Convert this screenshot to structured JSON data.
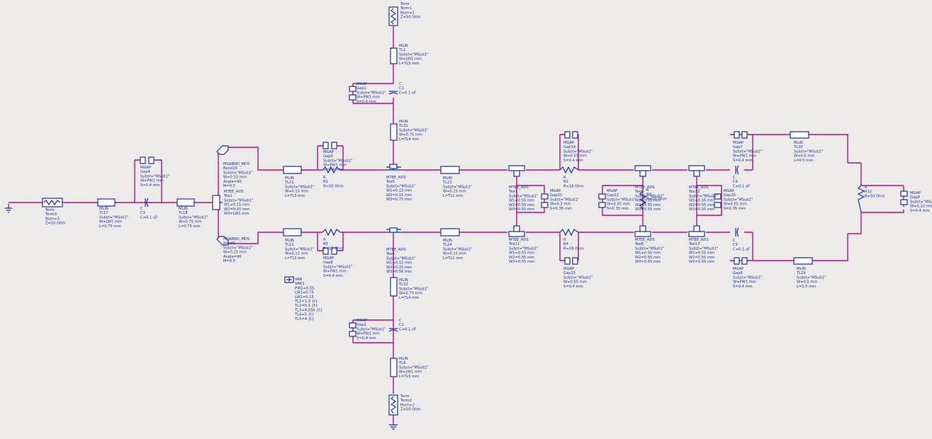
{
  "colors": {
    "wire": "#b0127c",
    "component": "#1a2e9c",
    "label_kind": "#2a6fc4",
    "background": "#ecebea"
  },
  "components": [
    {
      "id": "term1",
      "lines": [
        "Term",
        "Term1",
        "Num=1",
        "Z=50 Ohm"
      ]
    },
    {
      "id": "tl1",
      "lines": [
        "MLIN",
        "TL1",
        "Subst=\"MSub1\"",
        "W=LW1 mm",
        "L=TL5 mm"
      ]
    },
    {
      "id": "gap1",
      "lines": [
        "MGAP",
        "Gap1",
        "Subst=\"MSub1\"",
        "W=PW1 mm",
        "S=0.4 mm"
      ]
    },
    {
      "id": "c1",
      "lines": [
        "C",
        "C1",
        "C=0.1 uF"
      ]
    },
    {
      "id": "tl31",
      "lines": [
        "MLIN",
        "TL31",
        "Subst=\"MSub1\"",
        "W=0.75 mm",
        "L=TL4 mm"
      ]
    },
    {
      "id": "gap14",
      "lines": [
        "MGAP",
        "Gap14",
        "Subst=\"MSub1\"",
        "W=0.55 mm",
        "S=0.4 mm"
      ]
    },
    {
      "id": "r2",
      "lines": [
        "R",
        "R2",
        "R=18 Ohm"
      ]
    },
    {
      "id": "gap7",
      "lines": [
        "MGAP",
        "Gap7",
        "Subst=\"MSub1\"",
        "W=PW1 mm",
        "S=0.4 mm"
      ]
    },
    {
      "id": "c4",
      "lines": [
        "C",
        "C4",
        "C=0.1 uF"
      ]
    },
    {
      "id": "tl30",
      "lines": [
        "MLIN",
        "TL30",
        "Subst=\"MSub1\"",
        "W=0.5 mm",
        "L=0.5 mm"
      ]
    },
    {
      "id": "r12",
      "lines": [
        "R",
        "R12",
        "R=50 Ohm"
      ]
    },
    {
      "id": "gap9",
      "lines": [
        "MGAP",
        "Gap9",
        "Subst=\"MSub1\"",
        "W=0.32 mm",
        "S=0.4 mm"
      ]
    },
    {
      "id": "term3",
      "lines": [
        "Term",
        "Term3",
        "Num=3",
        "Z=50 Ohm"
      ]
    },
    {
      "id": "tl17",
      "lines": [
        "MLIN",
        "TL17",
        "Subst=\"MSub1\"",
        "W=LW1 mm",
        "L=0.75 mm"
      ]
    },
    {
      "id": "gap4",
      "lines": [
        "MGAP",
        "Gap4",
        "Subst=\"MSub1\"",
        "W=PW1 mm",
        "S=0.4 mm"
      ]
    },
    {
      "id": "c3",
      "lines": [
        "C",
        "C3",
        "C=0.1 uF"
      ]
    },
    {
      "id": "tl18",
      "lines": [
        "MLIN",
        "TL18",
        "Subst=\"MSub1\"",
        "W=0.75 mm",
        "L=0.75 mm"
      ]
    },
    {
      "id": "bend10",
      "lines": [
        "MSABND_MDS",
        "Bend10",
        "Subst=\"MSub1\"",
        "W=0.15 mm",
        "Angle=90",
        "M=0.5"
      ]
    },
    {
      "id": "tee1",
      "lines": [
        "MTEE_ADS",
        "Tee1",
        "Subst=\"MSub1\"",
        "W1=0.15 mm",
        "W2=0.15 mm",
        "W3=LW1 mm"
      ]
    },
    {
      "id": "bend9",
      "lines": [
        "MSABND_MDS",
        "Bend9",
        "Subst=\"MSub1\"",
        "W=0.15 mm",
        "Angle=90",
        "M=0.5"
      ]
    },
    {
      "id": "tl22",
      "lines": [
        "MLIN",
        "TL22",
        "Subst=\"MSub1\"",
        "W=0.15 mm",
        "L=TL3 mm"
      ]
    },
    {
      "id": "gap5",
      "lines": [
        "MGAP",
        "Gap5",
        "Subst=\"MSub1\"",
        "W=PW1 mm",
        "S=0.4 mm"
      ]
    },
    {
      "id": "r1",
      "lines": [
        "R",
        "R1",
        "R=50 Ohm"
      ]
    },
    {
      "id": "tee5",
      "lines": [
        "MTEE_ADS",
        "Tee5",
        "Subst=\"MSub1\"",
        "W1=0.15 mm",
        "W2=0.15 mm",
        "W3=0.75 mm"
      ]
    },
    {
      "id": "tl23",
      "lines": [
        "MLIN",
        "TL23",
        "Subst=\"MSub1\"",
        "W=0.15 mm",
        "L=TL1 mm"
      ]
    },
    {
      "id": "tee7",
      "lines": [
        "MTEE_ADS",
        "Tee7",
        "Subst=\"MSub1\"",
        "W1=0.55 mm",
        "W2=0.55 mm",
        "W3=0.55 mm"
      ]
    },
    {
      "id": "gap10",
      "lines": [
        "MGAP",
        "Gap10",
        "Subst=\"MSub1\"",
        "W=0.3 mm",
        "S=0.35 mm"
      ]
    },
    {
      "id": "gap12",
      "lines": [
        "MGAP",
        "Gap12",
        "Subst=\"MSub1\"",
        "W=0.35 mm",
        "S=0.35 mm"
      ]
    },
    {
      "id": "tee9",
      "lines": [
        "MTEE_ADS",
        "Tee9",
        "Subst=\"MSub1\"",
        "W1=0.55 mm",
        "W2=0.55 mm",
        "W3=0.55 mm"
      ]
    },
    {
      "id": "r3",
      "lines": [
        "R",
        "R3",
        "R=50 Ohm"
      ]
    },
    {
      "id": "tee12",
      "lines": [
        "MTEE_ADS",
        "Tee12",
        "Subst=\"MSub1\"",
        "W1=0.55 mm",
        "W2=0.55 mm",
        "W3=0.55 mm"
      ]
    },
    {
      "id": "gap16",
      "lines": [
        "MGAP",
        "Gap16",
        "Subst=\"MSub1\"",
        "W=0.55 mm",
        "S=0.35 mm"
      ]
    },
    {
      "id": "tl21",
      "lines": [
        "MLIN",
        "TL21",
        "Subst=\"MSub1\"",
        "W=0.15 mm",
        "L=TL3 mm"
      ]
    },
    {
      "id": "r5",
      "lines": [
        "R",
        "R5",
        "R=50 Ohm"
      ]
    },
    {
      "id": "gap6",
      "lines": [
        "MGAP",
        "Gap6",
        "Subst=\"MSub1\"",
        "W=PW1 mm",
        "S=0.4 mm"
      ]
    },
    {
      "id": "tee6",
      "lines": [
        "MTEE_ADS",
        "Tee6",
        "Subst=\"MSub1\"",
        "W1=0.15 mm",
        "W2=0.15 mm",
        "W3=0.56 mm"
      ]
    },
    {
      "id": "tl24",
      "lines": [
        "MLIN",
        "TL24",
        "Subst=\"MSub1\"",
        "W=0.15 mm",
        "L=TL1 mm"
      ]
    },
    {
      "id": "tee11",
      "lines": [
        "MTEE_ADS",
        "Tee11",
        "Subst=\"MSub1\"",
        "W1=0.55 mm",
        "W2=0.55 mm",
        "W3=0.55 mm"
      ]
    },
    {
      "id": "r4",
      "lines": [
        "R",
        "R4",
        "R=18 Ohm"
      ]
    },
    {
      "id": "gap15",
      "lines": [
        "MGAP",
        "Gap15",
        "Subst=\"MSub1\"",
        "W=0.55 mm",
        "S=0.4 mm"
      ]
    },
    {
      "id": "tee8",
      "lines": [
        "MTEE_ADS",
        "Tee8",
        "Subst=\"MSub1\"",
        "W1=0.55 mm",
        "W2=0.55 mm",
        "W3=0.55 mm"
      ]
    },
    {
      "id": "tee13",
      "lines": [
        "MTEE_ADS",
        "Tee13",
        "Subst=\"MSub1\"",
        "W1=0.55 mm",
        "W2=0.55 mm",
        "W3=0.55 mm"
      ]
    },
    {
      "id": "c5",
      "lines": [
        "C",
        "C5",
        "C=0.1 uF"
      ]
    },
    {
      "id": "gap8",
      "lines": [
        "MGAP",
        "Gap8",
        "Subst=\"MSub1\"",
        "W=PW1 mm",
        "S=0.4 mm"
      ]
    },
    {
      "id": "tl29",
      "lines": [
        "MLIN",
        "TL29",
        "Subst=\"MSub1\"",
        "W=0.5 mm",
        "L=0.5 mm"
      ]
    },
    {
      "id": "tl32",
      "lines": [
        "MLIN",
        "TL32",
        "Subst=\"MSub1\"",
        "W=0.75 mm",
        "L=TL4 mm"
      ]
    },
    {
      "id": "gap2",
      "lines": [
        "MGAP",
        "Gap2",
        "Subst=\"MSub1\"",
        "W=PW1 mm",
        "S=0.4 mm"
      ]
    },
    {
      "id": "c2",
      "lines": [
        "C",
        "C2",
        "C=0.1 uF"
      ]
    },
    {
      "id": "tl4",
      "lines": [
        "MLIN",
        "TL4",
        "Subst=\"MSub1\"",
        "W=LW1 mm",
        "L=TL5 mm"
      ]
    },
    {
      "id": "term2",
      "lines": [
        "Term",
        "Term2",
        "Num=2",
        "Z=50 Ohm"
      ]
    },
    {
      "id": "var1",
      "lines": [
        "VAR",
        "VAR1",
        "PW1=0.55",
        "LW1=0.75",
        "LW2=0.15",
        "TL1=1.3 {t}",
        "TL2=0.1 {t}",
        "TL3=4.556 {t}",
        "TL4=5 {t}",
        "TL5=4 {t}"
      ]
    }
  ]
}
